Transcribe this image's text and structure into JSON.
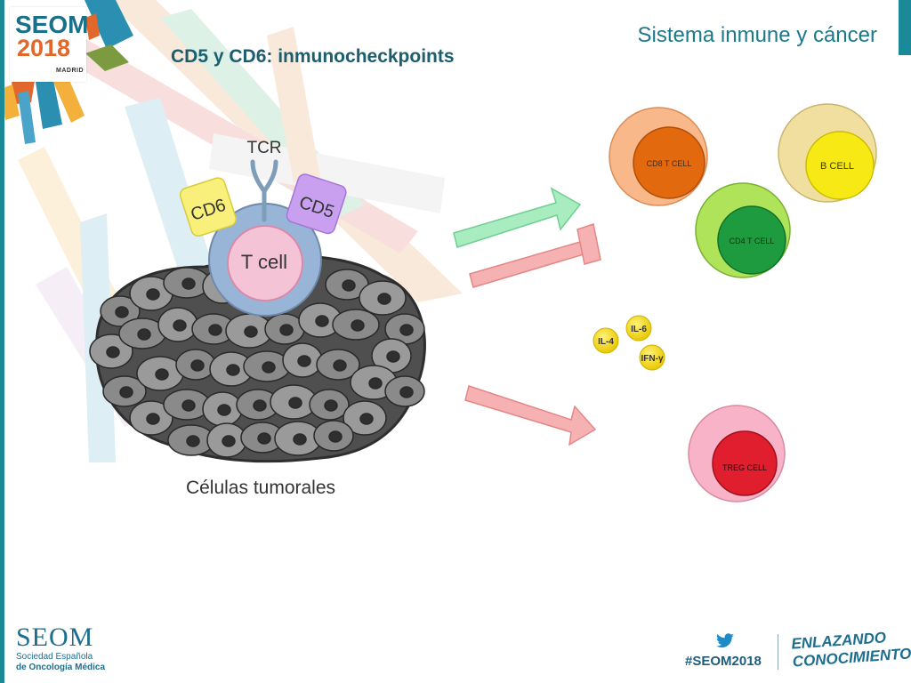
{
  "header": {
    "logo_name": "SEOM",
    "logo_year": "2018",
    "logo_city": "MADRID",
    "section_title": "Sistema inmune y cáncer",
    "slide_title": "CD5 y CD6: inmunocheckpoints"
  },
  "diagram": {
    "receptor_tcr": "TCR",
    "receptor_cd6": "CD6",
    "receptor_cd5": "CD5",
    "t_cell_label": "T cell",
    "tumor_label": "Células tumorales",
    "cells": {
      "cd8": "CD8 T CELL",
      "b": "B  CELL",
      "cd4": "CD4 T CELL",
      "treg": "TREG CELL"
    },
    "cytokines": {
      "il6": "IL-6",
      "il4": "IL-4",
      "ifn": "IFN-γ"
    },
    "arrows": {
      "stimulate_color": "#a8ecc0",
      "inhibit_color": "#f6b2b2"
    }
  },
  "footer": {
    "org_name": "SEOM",
    "org_line1": "Sociedad  Española",
    "org_line2": "de Oncología Médica",
    "hashtag": "#SEOM2018",
    "slogan_line1": "ENLAZANDO",
    "slogan_line2": "CONOCIMIENTO",
    "twitter_icon": "twitter-icon"
  }
}
